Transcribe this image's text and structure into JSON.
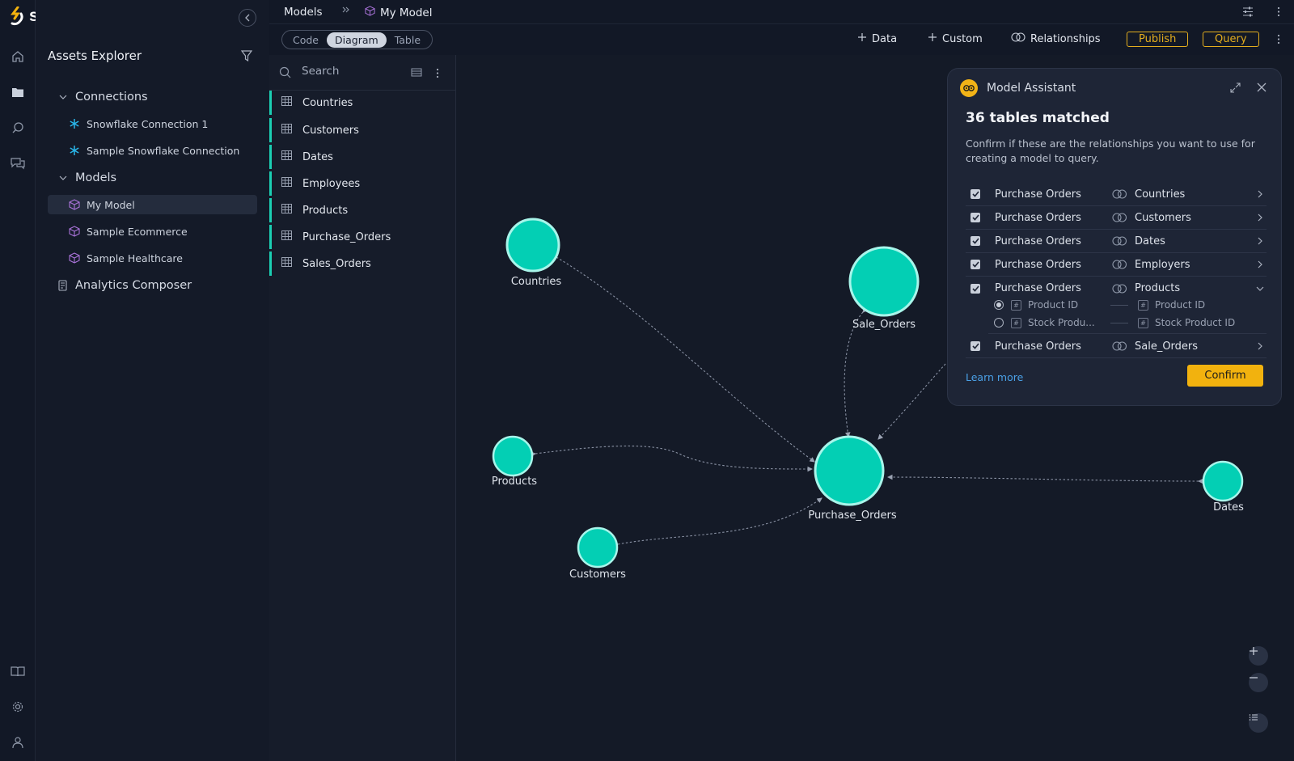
{
  "app": {
    "logo_text": "sisense"
  },
  "sidebar": {
    "title": "Assets Explorer",
    "connections_label": "Connections",
    "connections": [
      "Snowflake Connection 1",
      "Sample Snowflake Connection"
    ],
    "models_label": "Models",
    "models": [
      "My Model",
      "Sample Ecommerce",
      "Sample Healthcare"
    ],
    "composer_label": "Analytics Composer"
  },
  "breadcrumb": {
    "root": "Models",
    "current": "My Model"
  },
  "toolbar": {
    "views": [
      "Code",
      "Diagram",
      "Table"
    ],
    "active_view": "Diagram",
    "data_label": "Data",
    "custom_label": "Custom",
    "relationships_label": "Relationships",
    "publish_label": "Publish",
    "query_label": "Query"
  },
  "tables_panel": {
    "search_placeholder": "Search",
    "tables": [
      "Countries",
      "Customers",
      "Dates",
      "Employees",
      "Products",
      "Purchase_Orders",
      "Sales_Orders"
    ]
  },
  "diagram": {
    "nodes": [
      "Countries",
      "Sale_Orders",
      "Products",
      "Purchase_Orders",
      "Customers",
      "Dates"
    ]
  },
  "assistant": {
    "title": "Model Assistant",
    "headline": "36 tables matched",
    "description": "Confirm if these are the relationships you want to use for creating a model to query.",
    "relationships": [
      {
        "source": "Purchase Orders",
        "target": "Countries"
      },
      {
        "source": "Purchase Orders",
        "target": "Customers"
      },
      {
        "source": "Purchase Orders",
        "target": "Dates"
      },
      {
        "source": "Purchase Orders",
        "target": "Employers"
      },
      {
        "source": "Purchase Orders",
        "target": "Products"
      },
      {
        "source": "Purchase Orders",
        "target": "Sale_Orders"
      }
    ],
    "keys": [
      {
        "left": "Product ID",
        "right": "Product ID",
        "selected": true
      },
      {
        "left": "Stock Produ...",
        "right": "Stock Product ID",
        "selected": false
      }
    ],
    "learn_more": "Learn more",
    "confirm_label": "Confirm"
  },
  "colors": {
    "accent": "#1bcfb3",
    "brand": "#f2b20e",
    "link": "#4aa0e6"
  }
}
